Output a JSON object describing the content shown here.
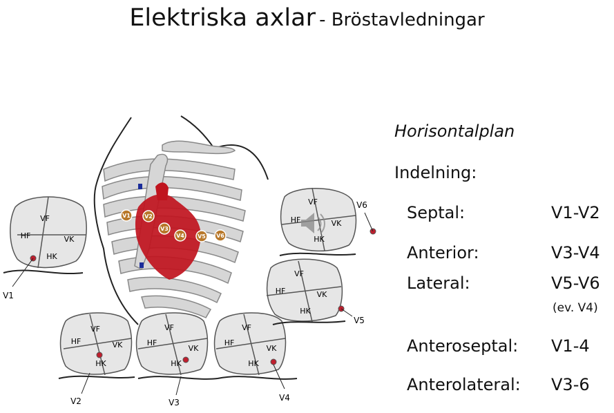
{
  "title": {
    "main": "Elektriska axlar",
    "sub": "- Bröstavledningar"
  },
  "plane_label": "Horisontalplan",
  "division_label": "Indelning:",
  "leads": [
    {
      "name": "Septal:",
      "value": "V1-V2"
    },
    {
      "name": "Anterior:",
      "value": "V3-V4"
    },
    {
      "name": "Lateral:",
      "value": "V5-V6"
    },
    {
      "name": "Anteroseptal:",
      "value": "V1-4"
    },
    {
      "name": "Anterolateral:",
      "value": "V3-6"
    }
  ],
  "lateral_note": "(ev. V4)",
  "chest_electrodes": [
    "V1",
    "V2",
    "V3",
    "V4",
    "V5",
    "V6"
  ],
  "quadrant_labels": {
    "top": "VF",
    "left": "HF",
    "right": "VK",
    "bottom": "HK"
  },
  "colors": {
    "heart": "#c0141e",
    "electrode": "#b8782a",
    "quadrant_fill": "#e6e6e6",
    "dot": "#c01f2e"
  },
  "icons": {
    "speaker": "speaker-icon"
  }
}
